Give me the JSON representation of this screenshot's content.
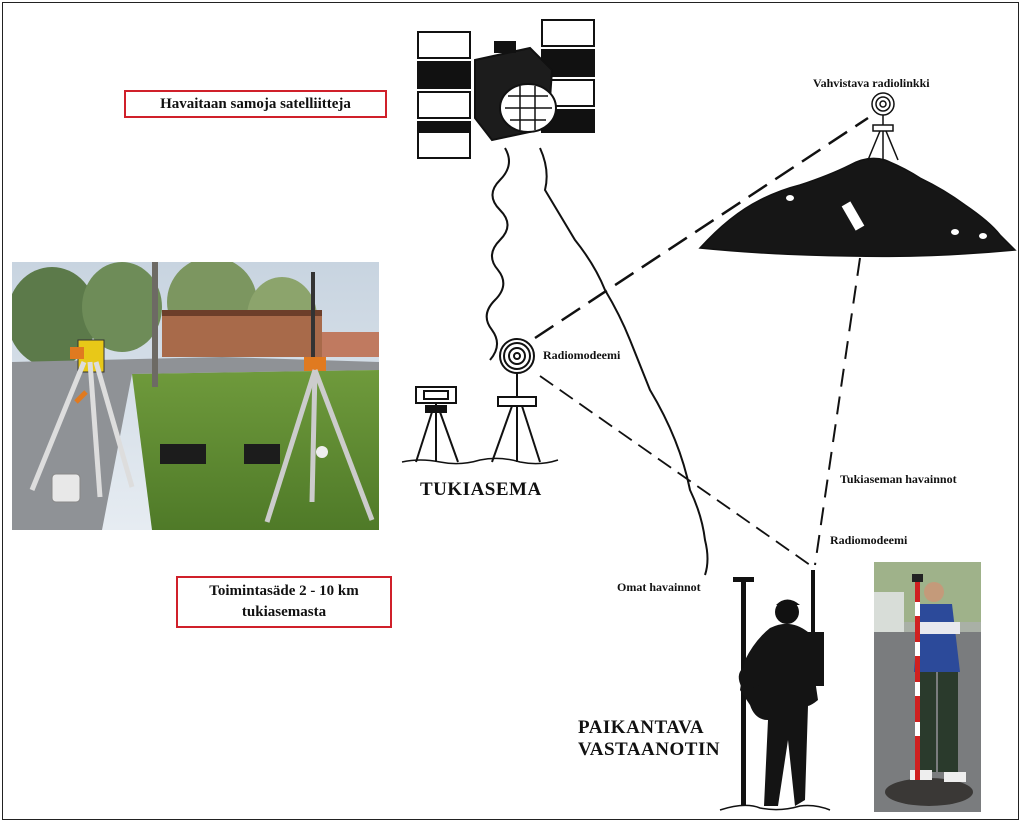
{
  "labels": {
    "satellites_box": "Havaitaan samoja satelliitteja",
    "range_box_line1": "Toimintasäde 2 - 10 km",
    "range_box_line2": "tukiasemasta",
    "confirming_link": "Vahvistava radiolinkki",
    "radiomodem_base": "Radiomodeemi",
    "base_station": "TUKIASEMA",
    "base_observations": "Tukiaseman havainnot",
    "radiomodem_rover": "Radiomodeemi",
    "own_observations": "Omat havainnot",
    "rover_line1": "PAIKANTAVA",
    "rover_line2": "VASTAANOTIN"
  },
  "colors": {
    "box_border": "#d0202a",
    "ink": "#111111"
  },
  "icons": {
    "satellite": "gps-satellite-icon",
    "hill": "hill-icon",
    "relay_antenna": "radio-antenna-icon",
    "base_receiver": "tripod-receiver-icon",
    "base_modem": "tripod-radio-icon",
    "surveyor": "surveyor-silhouette-icon"
  }
}
